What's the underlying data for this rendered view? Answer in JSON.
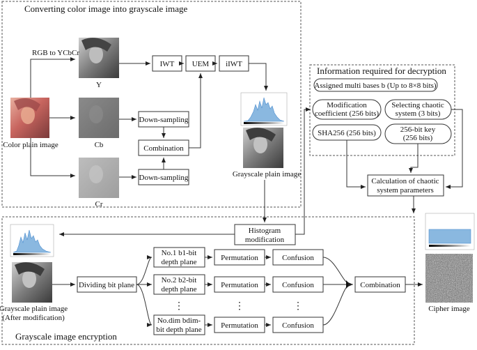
{
  "sections": {
    "top_title": "Converting color image into grayscale image",
    "bottom_title": "Grayscale image encryption",
    "info_title": "Information required for decryption"
  },
  "images": {
    "color": "Color plain image",
    "y": "Y",
    "cb": "Cb",
    "cr": "Cr",
    "gray": "Grayscale plain image",
    "gray_mod_1": "Grayscale plain image",
    "gray_mod_2": "(After modification)",
    "cipher": "Cipher image"
  },
  "labels": {
    "rgb": "RGB to YCbCr"
  },
  "boxes": {
    "iwt": "IWT",
    "uem": "UEM",
    "iiwt": "iIWT",
    "down1": "Down-sampling",
    "down2": "Down-sampling",
    "combination_top": "Combination",
    "hist_1": "Histogram",
    "hist_2": "modification",
    "dividing": "Dividing bit plane",
    "plane1_a": "No.1 b1-bit",
    "plane1_b": "depth plane",
    "plane2_a": "No.2 b2-bit",
    "plane2_b": "depth plane",
    "plane3_a": "No.dim bdim-",
    "plane3_b": "bit depth plane",
    "perm1": "Permutation",
    "perm2": "Permutation",
    "perm3": "Permutation",
    "conf1": "Confusion",
    "conf2": "Confusion",
    "conf3": "Confusion",
    "combination_bottom": "Combination",
    "calc_1": "Calculation of chaotic",
    "calc_2": "system parameters",
    "dots": "⋮"
  },
  "info": {
    "bases": "Assigned multi bases b (Up to 8×8 bits)",
    "mod_1": "Modification",
    "mod_2": "coefficient (256 bits)",
    "sel_1": "Selecting chaotic",
    "sel_2": "system (3 bits)",
    "sha": "SHA256 (256 bits)",
    "key_1": "256-bit key",
    "key_2": "(256 bits)"
  }
}
